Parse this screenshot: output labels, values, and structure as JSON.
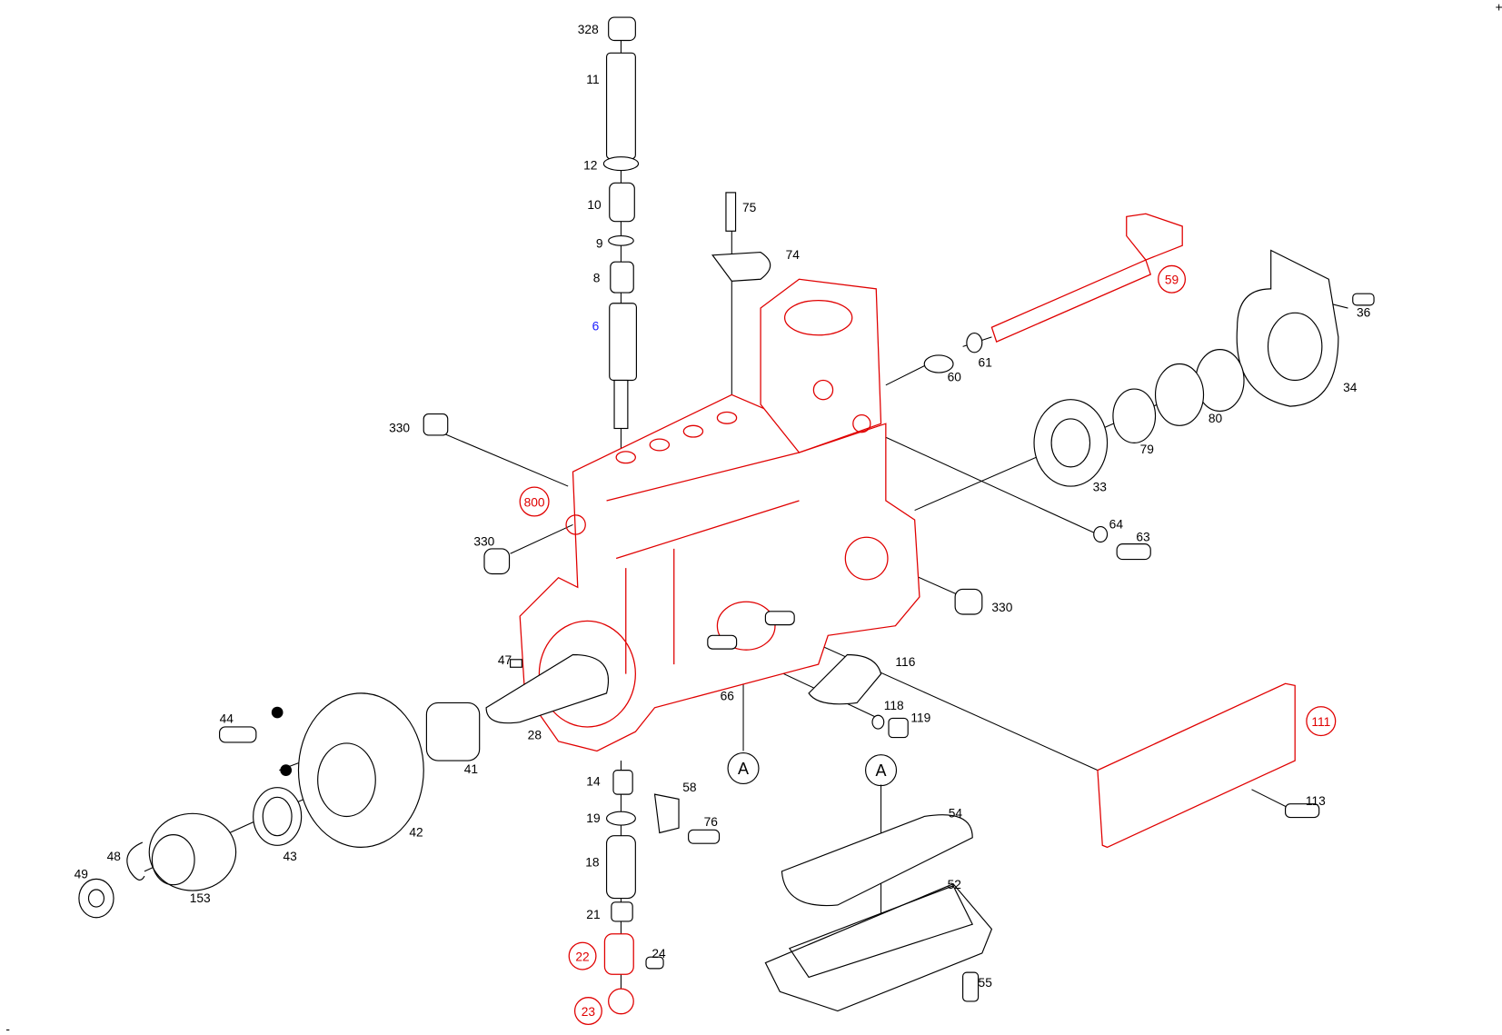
{
  "diagram": {
    "title": "Injection pump exploded parts diagram",
    "colors": {
      "line": "#000000",
      "highlight": "#e00000",
      "selected_label": "#1a1aff"
    },
    "labels": {
      "p328": "328",
      "p11": "11",
      "p12": "12",
      "p10": "10",
      "p9": "9",
      "p8": "8",
      "p6": "6",
      "p75": "75",
      "p74": "74",
      "p330a": "330",
      "p330b": "330",
      "p330c": "330",
      "p60": "60",
      "p61": "61",
      "p36": "36",
      "p34": "34",
      "p80": "80",
      "p79": "79",
      "p33": "33",
      "p64": "64",
      "p63": "63",
      "p116": "116",
      "p118": "118",
      "p119": "119",
      "p66": "66",
      "p47": "47",
      "p28": "28",
      "p44": "44",
      "p41": "41",
      "p42": "42",
      "p43": "43",
      "p48": "48",
      "p49": "49",
      "p153": "153",
      "p14": "14",
      "p58": "58",
      "p19": "19",
      "p76": "76",
      "p18": "18",
      "p21": "21",
      "p24": "24",
      "p54": "54",
      "p52": "52",
      "p55": "55",
      "p113": "113"
    },
    "highlighted_labels": {
      "p59": "59",
      "p800": "800",
      "p111": "111",
      "p22": "22",
      "p23": "23"
    },
    "reference_marks": {
      "a1": "A",
      "a2": "A"
    },
    "corner_marks": {
      "top_right": "+",
      "bottom_left": "-"
    }
  }
}
